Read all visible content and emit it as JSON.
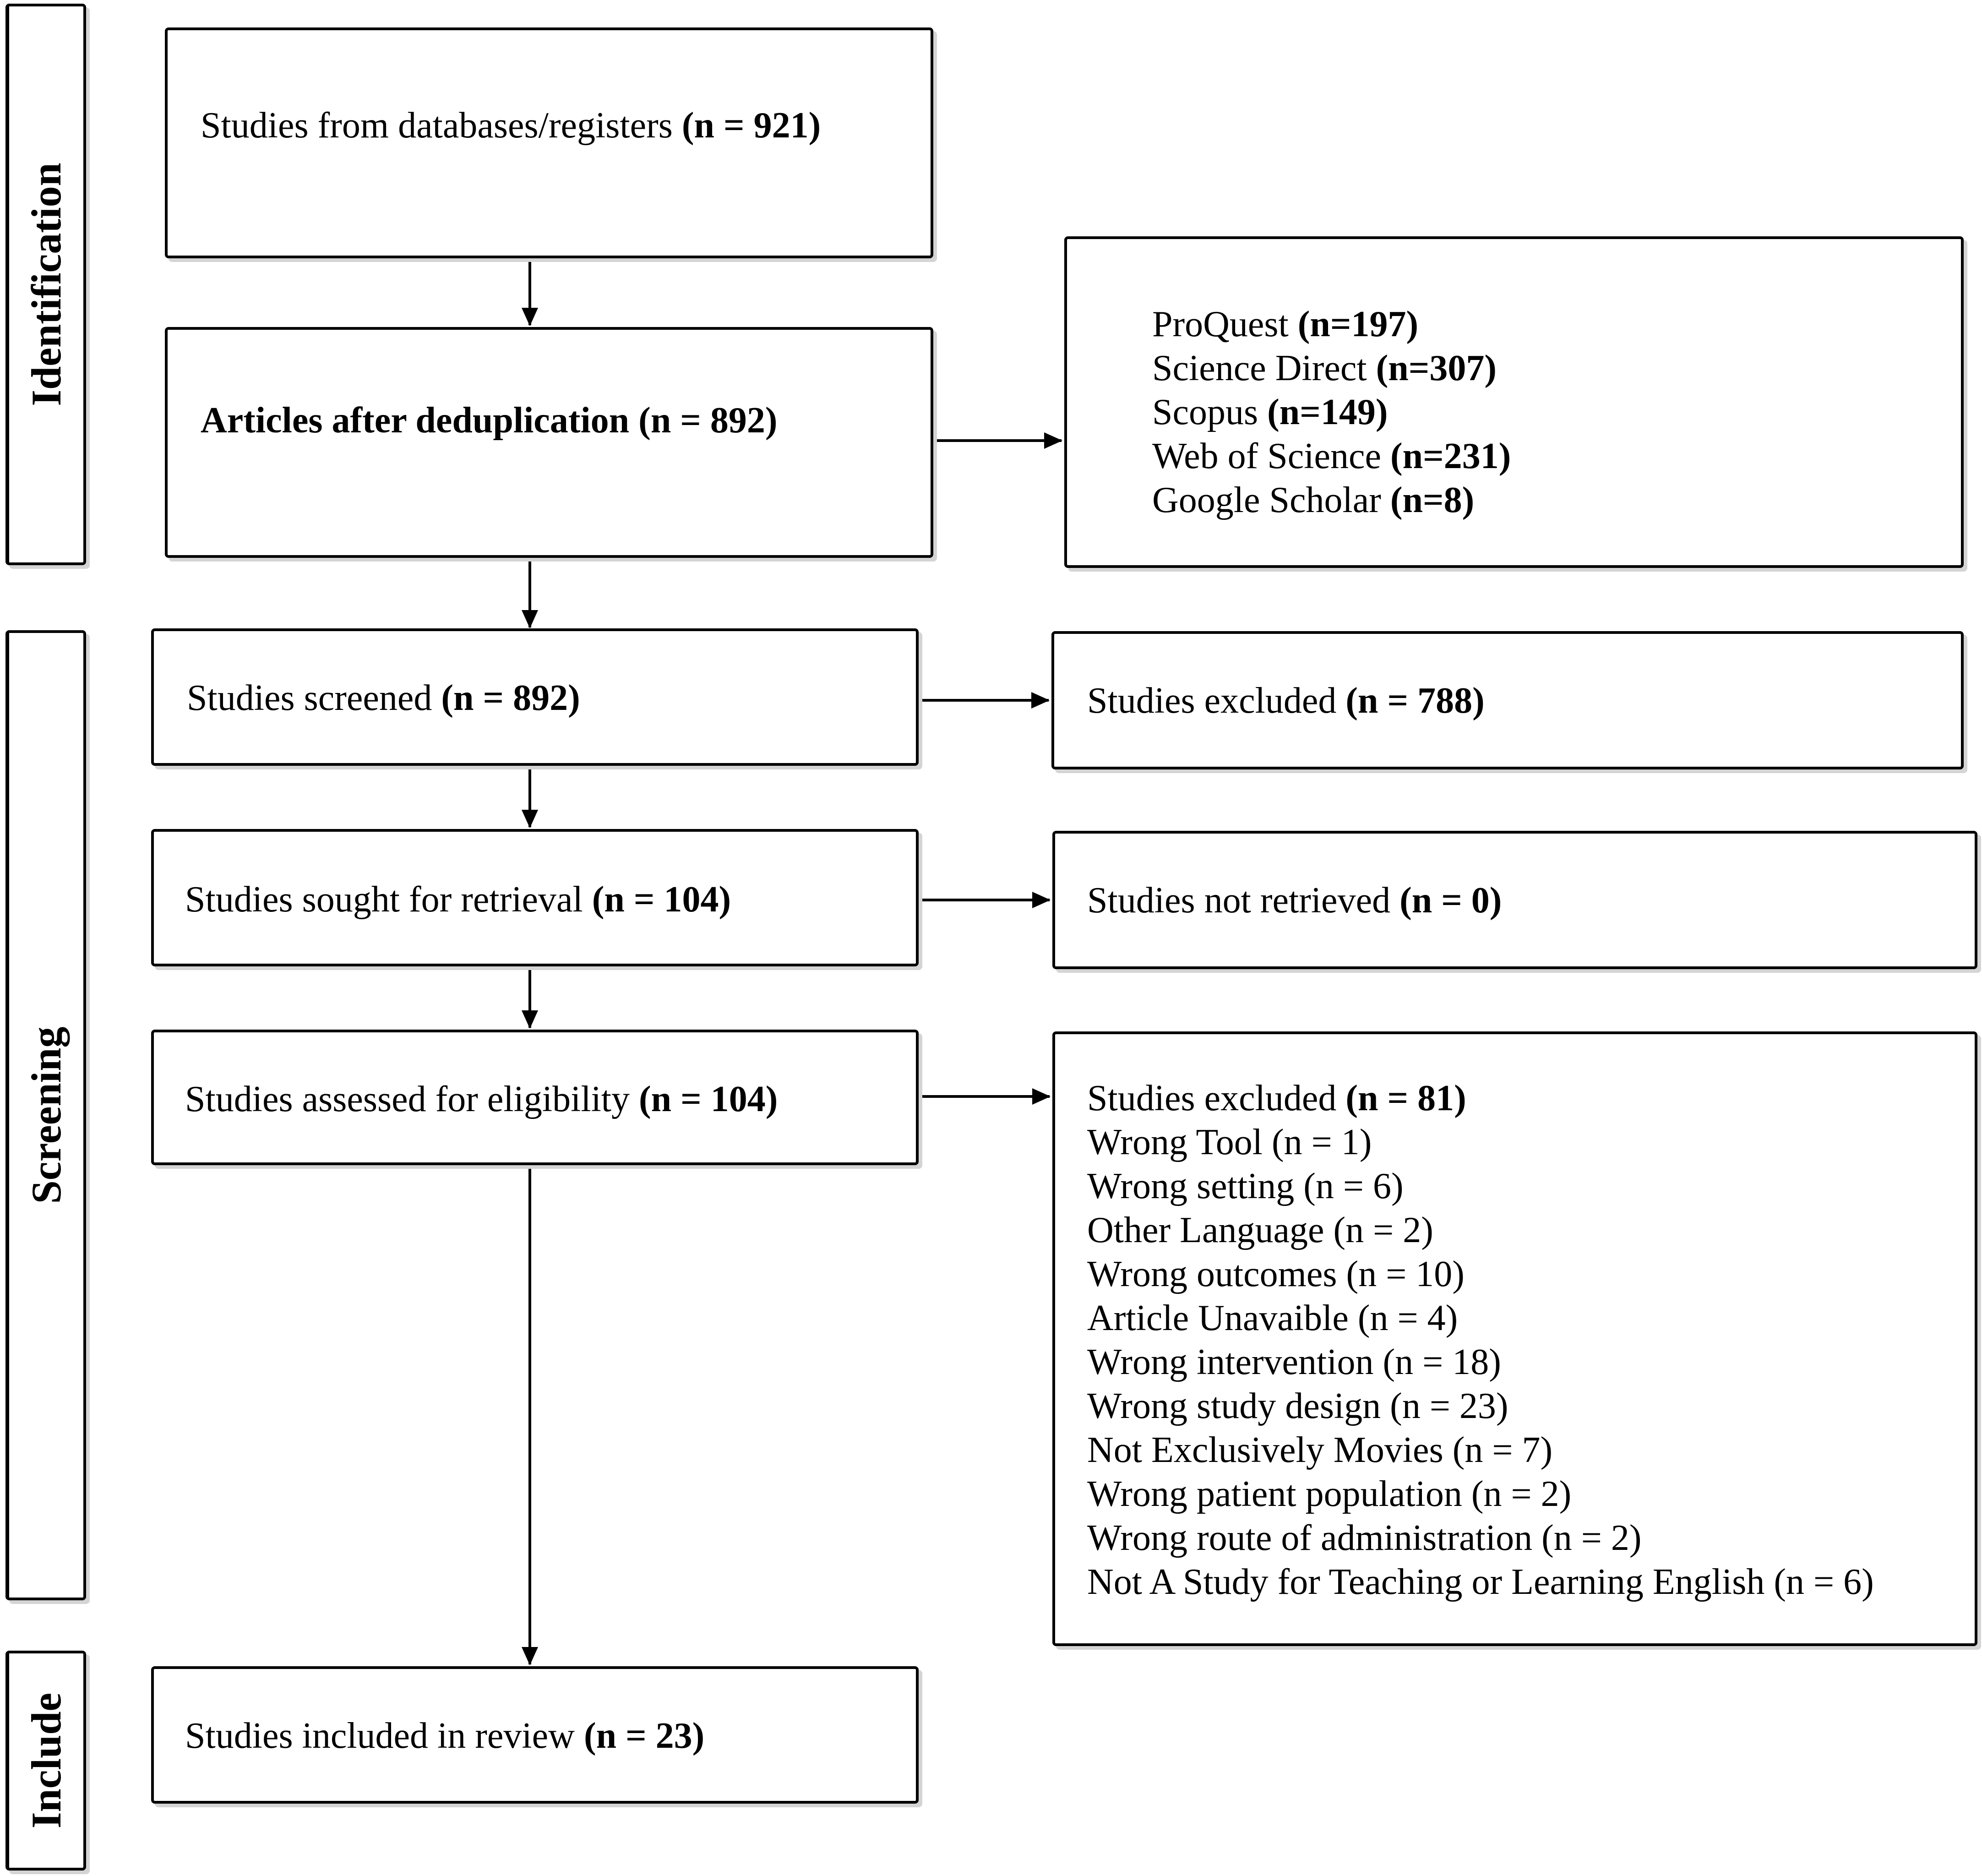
{
  "phases": {
    "identification": "Identification",
    "screening": "Screening",
    "include": "Include"
  },
  "boxes": {
    "records": {
      "label": "Studies from databases/registers",
      "count": "(n = 921)"
    },
    "dedup": {
      "label": "Articles after deduplication",
      "count": "(n = 892)"
    },
    "sources": [
      {
        "label": "ProQuest",
        "count": "(n=197)"
      },
      {
        "label": "Science Direct",
        "count": "(n=307)"
      },
      {
        "label": "Scopus",
        "count": "(n=149)"
      },
      {
        "label": "Web of Science",
        "count": "(n=231)"
      },
      {
        "label": "Google Scholar",
        "count": "(n=8)"
      }
    ],
    "screened": {
      "label": "Studies screened",
      "count": "(n = 892)"
    },
    "screen_excluded": {
      "label": "Studies excluded",
      "count": "(n = 788)"
    },
    "retrieval": {
      "label": "Studies sought for retrieval",
      "count": "(n = 104)"
    },
    "not_retrieved": {
      "label": "Studies not retrieved",
      "count": "(n = 0)"
    },
    "eligibility": {
      "label": "Studies assessed for eligibility",
      "count": "(n = 104)"
    },
    "elig_excluded": {
      "label": "Studies excluded",
      "count": "(n = 81)",
      "reasons": [
        "Wrong Tool (n = 1)",
        "Wrong setting (n = 6)",
        "Other Language (n = 2)",
        "Wrong outcomes (n = 10)",
        "Article Unavaible (n = 4)",
        "Wrong intervention (n = 18)",
        "Wrong study design (n = 23)",
        "Not Exclusively Movies (n = 7)",
        "Wrong patient population (n = 2)",
        "Wrong route of administration (n = 2)",
        "Not A Study for Teaching or Learning English (n = 6)"
      ]
    },
    "included": {
      "label": "Studies included in review",
      "count": "(n = 23)"
    }
  }
}
